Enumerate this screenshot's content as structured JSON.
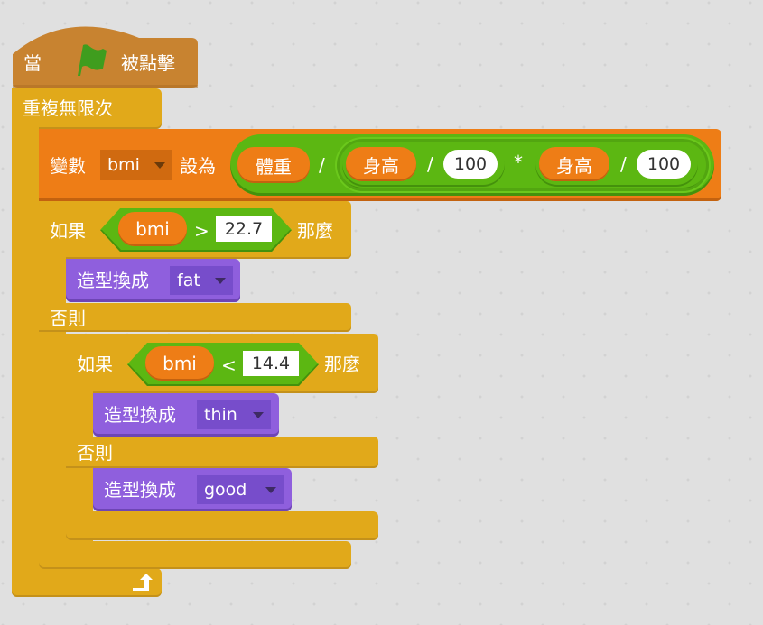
{
  "script": {
    "hat": {
      "prefix": "當",
      "icon": "green-flag-icon",
      "suffix": "被點擊"
    },
    "forever": {
      "label": "重複無限次"
    },
    "set_var": {
      "label": "變數",
      "variable": "bmi",
      "to_label": "設為",
      "expr": {
        "weight": "體重",
        "div1": "/",
        "height1": "身高",
        "div2": "/",
        "num1": "100",
        "mul": "*",
        "height2": "身高",
        "div3": "/",
        "num2": "100"
      }
    },
    "if_outer": {
      "if_label": "如果",
      "var": "bmi",
      "op": ">",
      "value": "22.7",
      "then_label": "那麼",
      "then_costume": {
        "label": "造型換成",
        "costume": "fat"
      },
      "else_label": "否則",
      "if_inner": {
        "if_label": "如果",
        "var": "bmi",
        "op": "<",
        "value": "14.4",
        "then_label": "那麼",
        "then_costume": {
          "label": "造型換成",
          "costume": "thin"
        },
        "else_label": "否則",
        "else_costume": {
          "label": "造型換成",
          "costume": "good"
        }
      }
    },
    "loop_arrow_icon": "loop-arrow-icon"
  },
  "colors": {
    "events": "#c88330",
    "control": "#e1a91a",
    "data": "#ee7d16",
    "operators": "#5cb712",
    "looks": "#8f5fdd",
    "flag": "#3f9d1e",
    "background": "#e0e0e0"
  }
}
